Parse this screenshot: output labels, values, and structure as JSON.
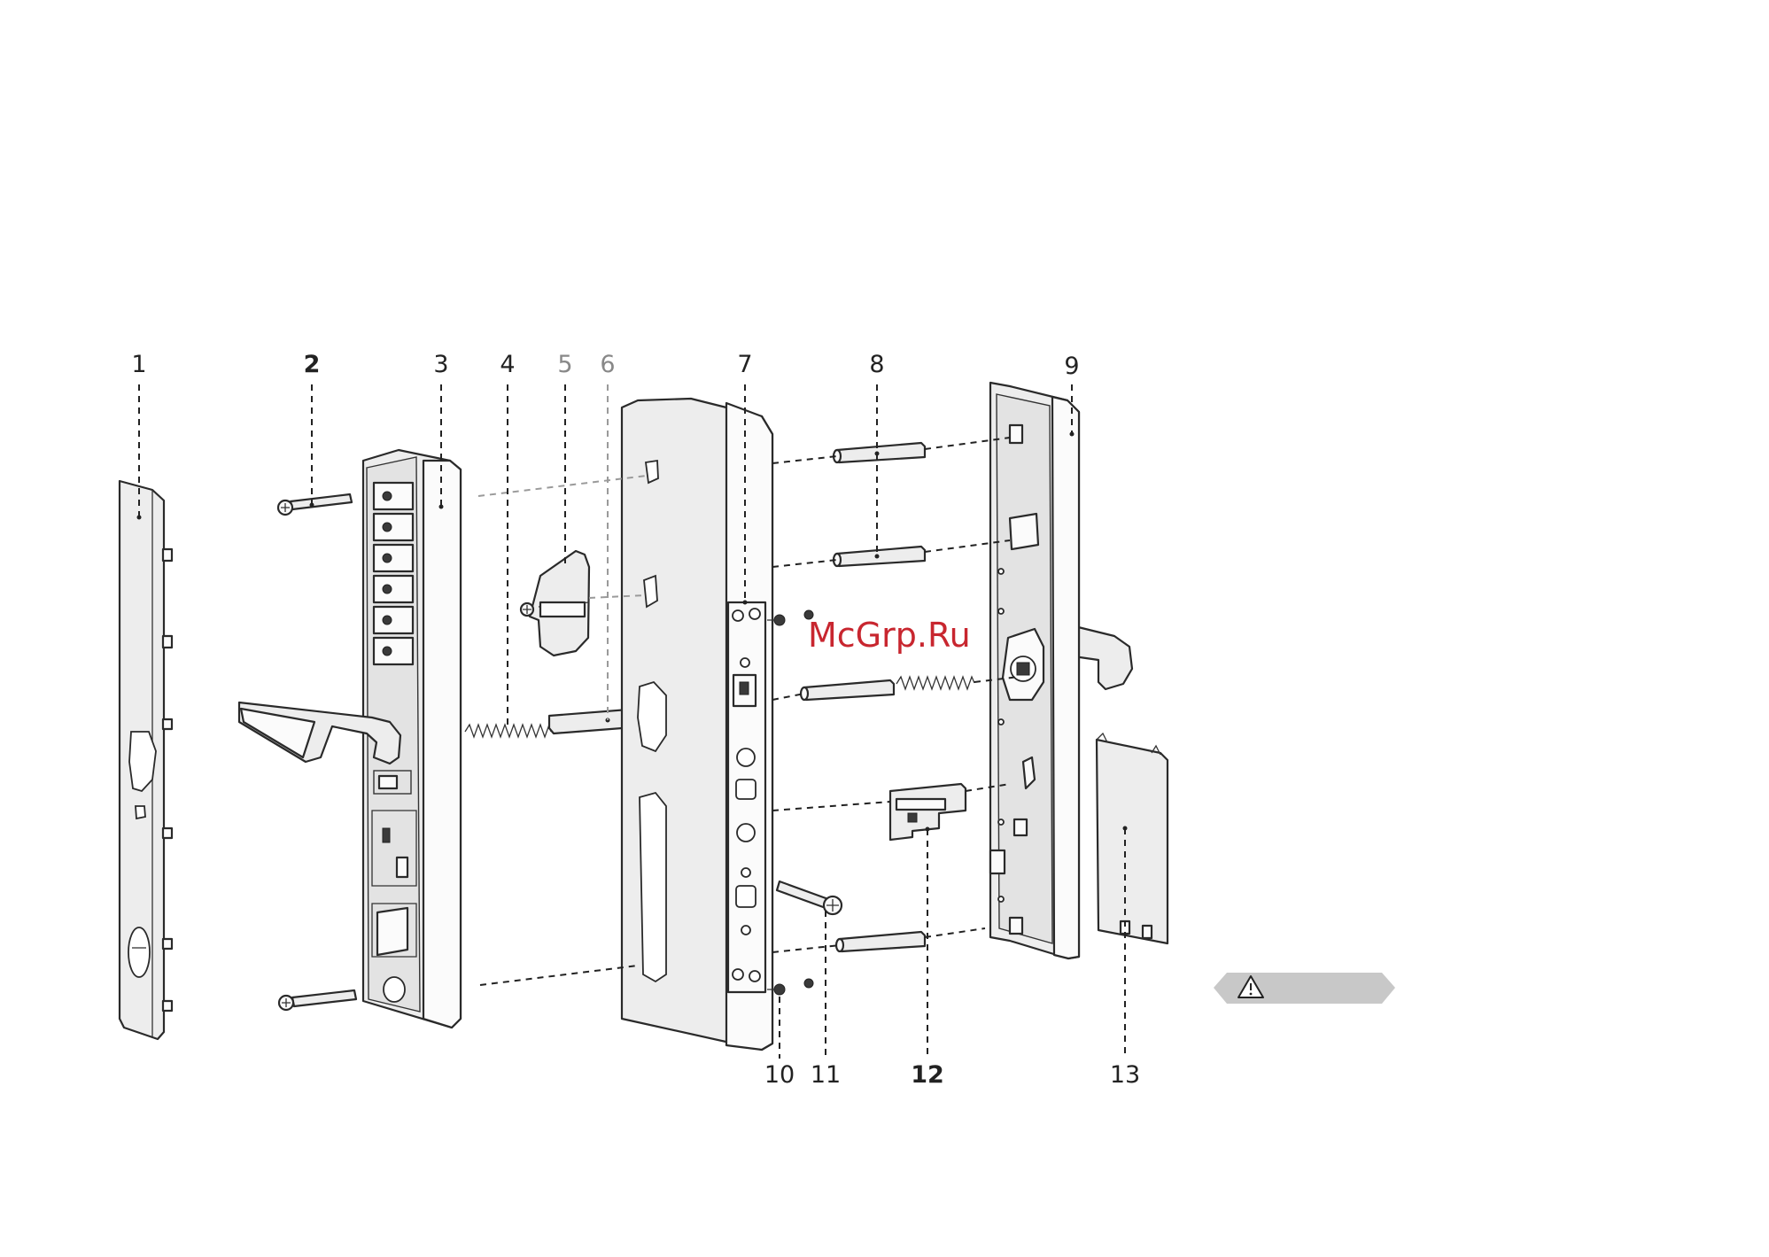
{
  "callouts": [
    {
      "id": "1",
      "label": "1"
    },
    {
      "id": "2",
      "label": "2"
    },
    {
      "id": "3",
      "label": "3"
    },
    {
      "id": "4",
      "label": "4"
    },
    {
      "id": "5",
      "label": "5"
    },
    {
      "id": "6",
      "label": "6"
    },
    {
      "id": "7",
      "label": "7"
    },
    {
      "id": "8",
      "label": "8"
    },
    {
      "id": "9",
      "label": "9"
    },
    {
      "id": "10",
      "label": "10"
    },
    {
      "id": "11",
      "label": "11"
    },
    {
      "id": "12",
      "label": "12"
    },
    {
      "id": "13",
      "label": "13"
    }
  ],
  "watermark": "McGrp.Ru",
  "warning_note": {
    "icon": "warning-triangle-icon",
    "text": "",
    "color": "#c8c8c8"
  },
  "colors": {
    "watermark": "#c8262f",
    "line": "#222222",
    "part_fill": "#ededed"
  }
}
